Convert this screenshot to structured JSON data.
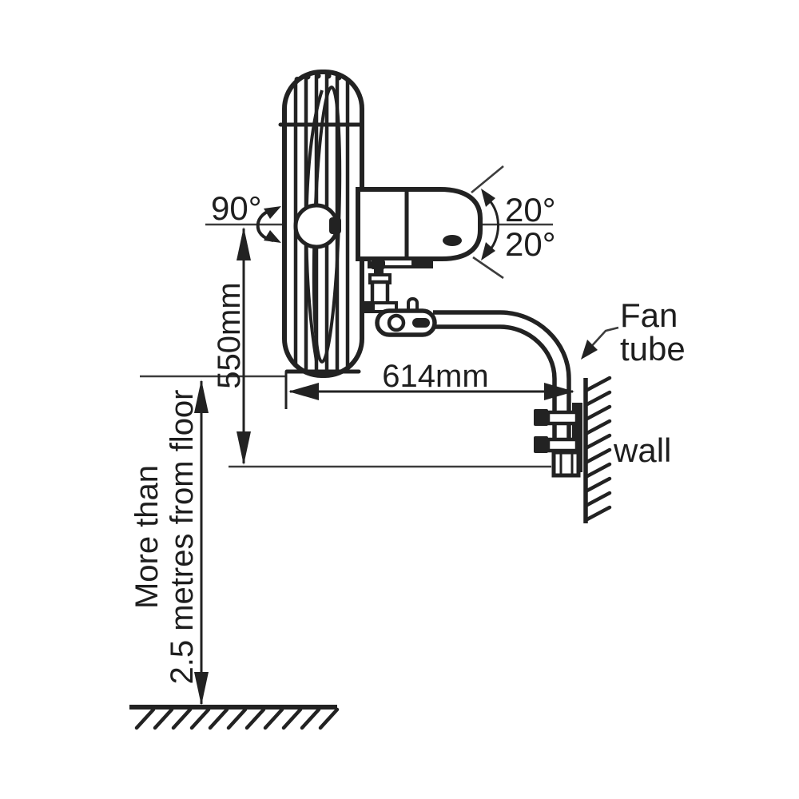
{
  "diagram": {
    "background_color": "#ffffff",
    "line_color": "#222222",
    "angles": {
      "swivel": "90°",
      "tilt_up": "20°",
      "tilt_down": "20°"
    },
    "dimensions": {
      "fan_height": "550mm",
      "fan_to_wall": "614mm"
    },
    "annotations": {
      "fan_tube_line1": "Fan",
      "fan_tube_line2": "tube",
      "wall": "wall",
      "clearance_line1": "More than",
      "clearance_line2": "2.5 metres from floor"
    }
  }
}
